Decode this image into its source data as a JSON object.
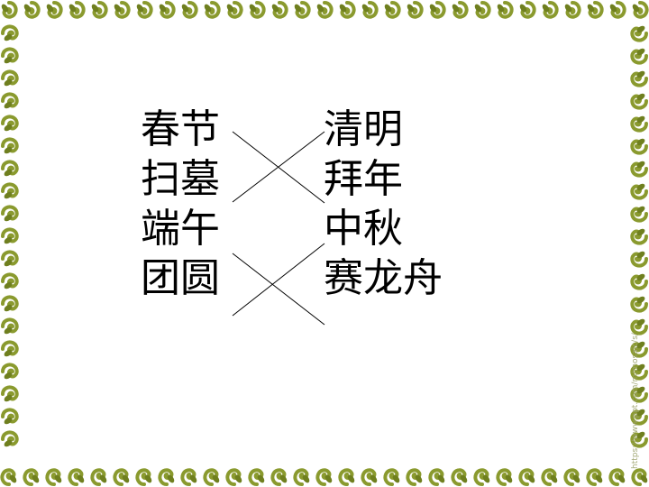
{
  "colors": {
    "border_leaf": "#8a9a2e",
    "border_leaf_dark": "#6f7f1f",
    "text": "#000000",
    "line": "#000000"
  },
  "icons": {
    "border": "vine-leaf-border",
    "connector": "match-line"
  },
  "left_words": [
    "春节",
    "扫墓",
    "端午",
    "团圆"
  ],
  "right_words": [
    "清明",
    "拜年",
    "中秋",
    "赛龙舟"
  ],
  "watermark": "https://www.ppt.com/m/mosaic/s/"
}
